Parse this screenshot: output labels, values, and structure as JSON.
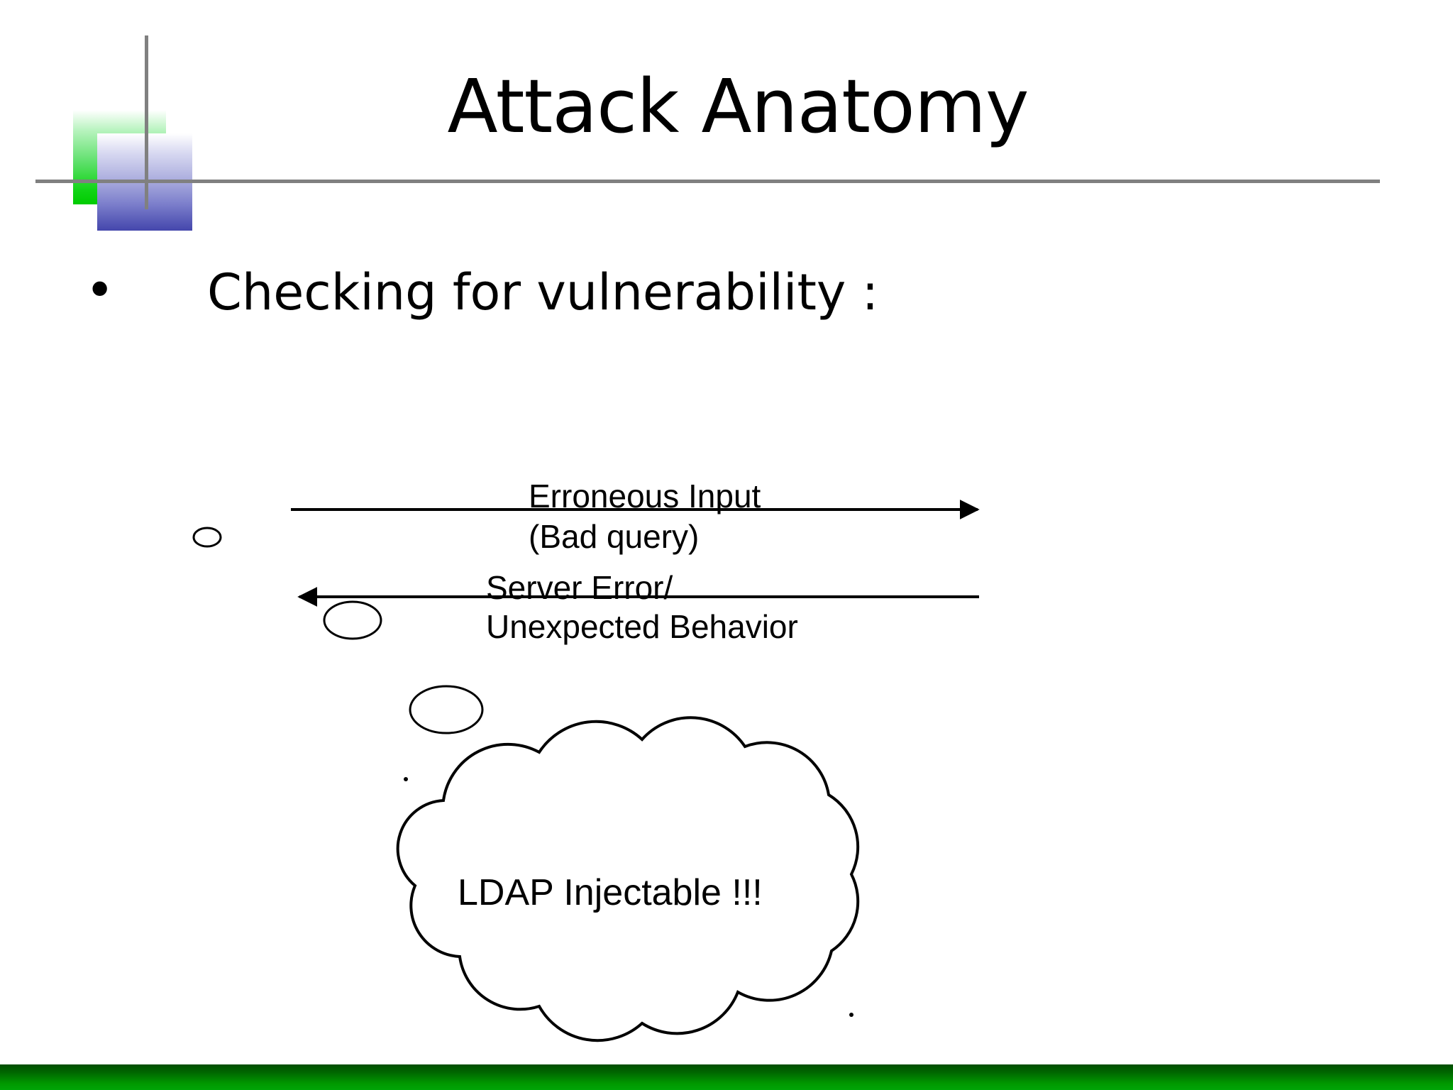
{
  "slide": {
    "title": "Attack Anatomy",
    "bullet_marker": "•",
    "bullet_text": "Checking for vulnerability :"
  },
  "decoration": {
    "green_square": "green-gradient-square",
    "blue_square": "blue-gradient-square",
    "horizontal_rule": "title-divider-line",
    "vertical_rule": "accent-vertical-line",
    "bottom_bar": "green-footer-bar",
    "colors": {
      "rule": "#808080",
      "green": "#00cc00",
      "blue": "#4446ac",
      "footer_green_dark": "#004d00",
      "footer_green_light": "#00a507",
      "ink": "#000000",
      "background": "#ffffff"
    }
  },
  "diagram": {
    "type": "sequence-exchange",
    "labels": {
      "request_line1": "Erroneous Input",
      "request_line2": "(Bad query)",
      "response_line1": "Server Error/",
      "response_line2": "Unexpected Behavior",
      "cloud_text": "LDAP Injectable !!!"
    },
    "arrows": [
      {
        "name": "request-arrow",
        "direction": "right"
      },
      {
        "name": "response-arrow",
        "direction": "left"
      }
    ],
    "ellipses": [
      {
        "name": "ellipse-small-left"
      },
      {
        "name": "ellipse-medium-left"
      },
      {
        "name": "ellipse-medium-center"
      }
    ],
    "cloud": {
      "name": "thought-cloud"
    }
  }
}
